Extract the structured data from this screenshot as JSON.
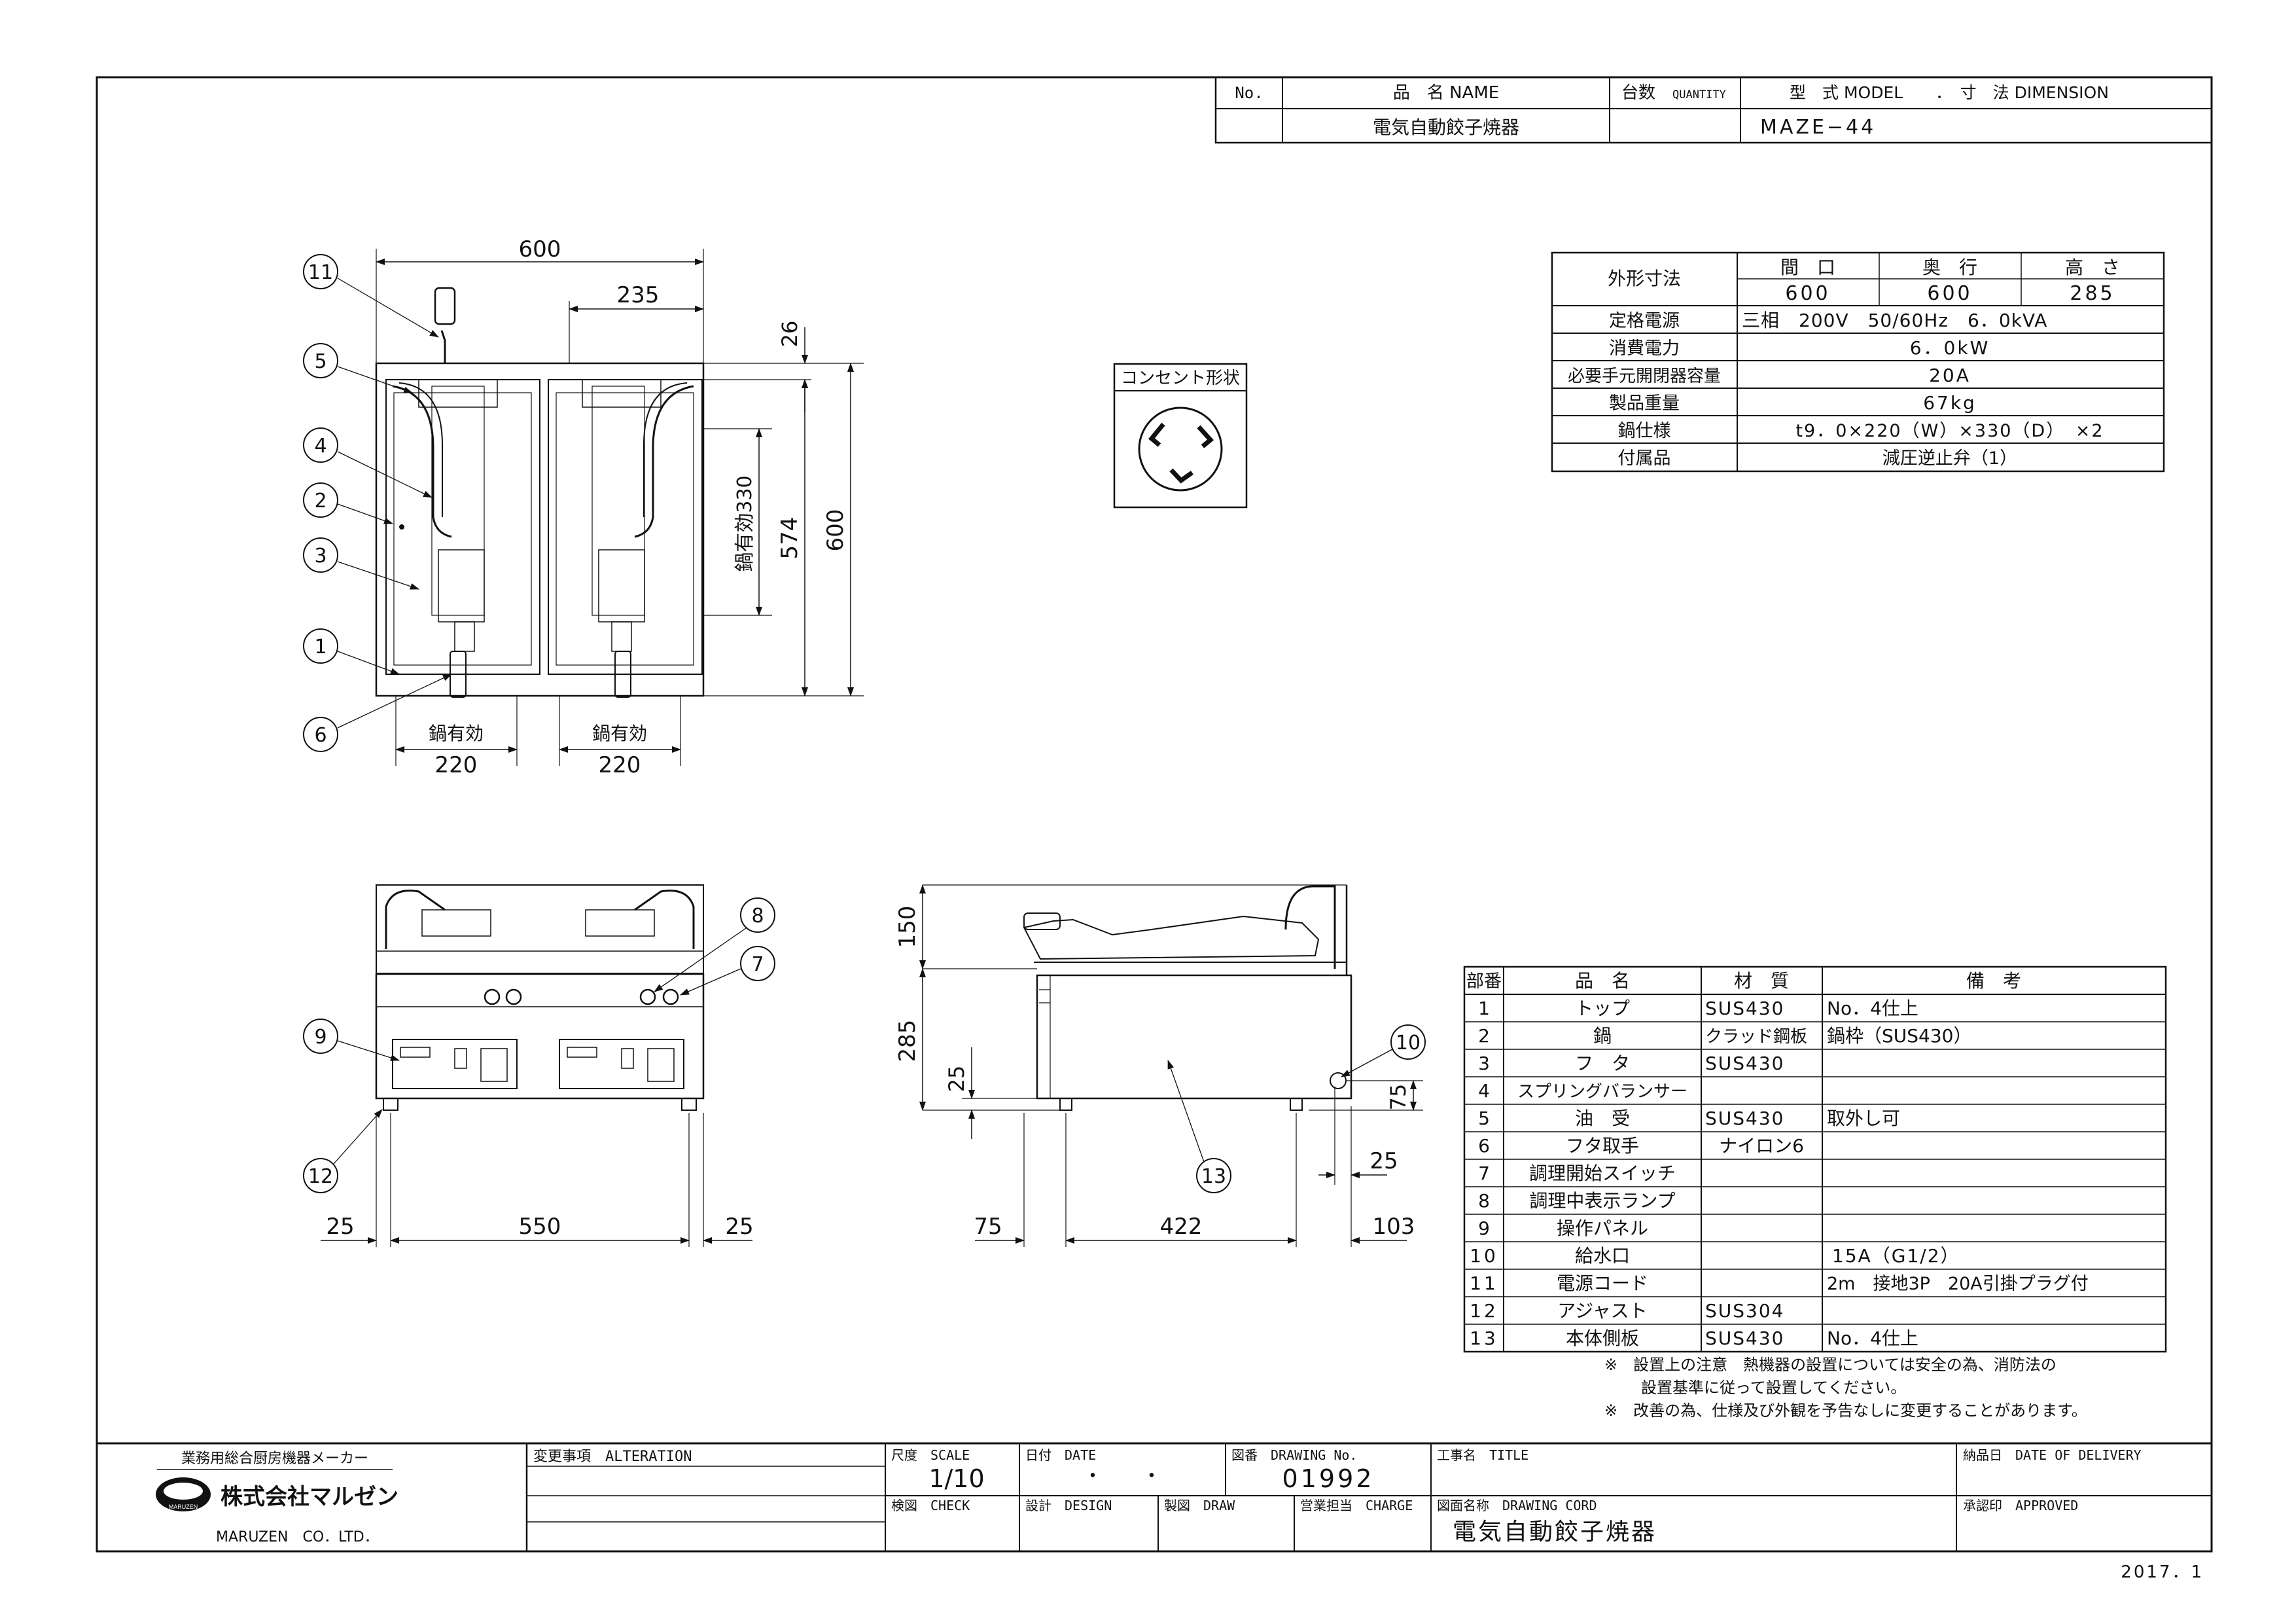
{
  "header_table": {
    "col_no": "No.",
    "col_name": "品　名 NAME",
    "col_qty_jp": "台数",
    "col_qty_en": "QUANTITY",
    "col_model": "型　式 MODEL　　．　寸　法 DIMENSION",
    "name": "電気自動餃子焼器",
    "model": "MAZE−44"
  },
  "spec_table": {
    "outer_dim_label": "外形寸法",
    "dim_headers": [
      "間　口",
      "奥　行",
      "高　さ"
    ],
    "dim_values": [
      "600",
      "600",
      "285"
    ],
    "rows": [
      {
        "label": "定格電源",
        "value": "三相　200V　50/60Hz　6．0kVA"
      },
      {
        "label": "消費電力",
        "value": "6．0kW"
      },
      {
        "label": "必要手元開閉器容量",
        "value": "20A"
      },
      {
        "label": "製品重量",
        "value": "67kg"
      },
      {
        "label": "鍋仕様",
        "value": "t9．0×220（W）×330（D）　×2"
      },
      {
        "label": "付属品",
        "value": "減圧逆止弁（1）"
      }
    ]
  },
  "outlet_label": "コンセント形状",
  "top_view": {
    "dim_600_w": "600",
    "dim_235": "235",
    "dim_26": "26",
    "dim_574": "574",
    "dim_600_d": "600",
    "dim_330": "鍋有効330",
    "pan_label": "鍋有効",
    "dim_220": "220",
    "callouts": [
      "11",
      "5",
      "4",
      "2",
      "3",
      "1",
      "6"
    ]
  },
  "front_view": {
    "dim_25": "25",
    "dim_550": "550",
    "callouts": [
      "8",
      "7",
      "9",
      "12"
    ]
  },
  "side_view": {
    "dim_150": "150",
    "dim_285": "285",
    "dim_25": "25",
    "dim_75": "75",
    "dim_422": "422",
    "dim_103": "103",
    "callouts": [
      "10",
      "13"
    ]
  },
  "parts_table": {
    "headers": [
      "部番",
      "品　名",
      "材　質",
      "備　考"
    ],
    "rows": [
      [
        "1",
        "トップ",
        "SUS430",
        "No．4仕上"
      ],
      [
        "2",
        "鍋",
        "クラッド鋼板",
        "鍋枠（SUS430）"
      ],
      [
        "3",
        "フ　タ",
        "SUS430",
        ""
      ],
      [
        "4",
        "スプリングバランサー",
        "",
        ""
      ],
      [
        "5",
        "油　受",
        "SUS430",
        "取外し可"
      ],
      [
        "6",
        "フタ取手",
        "ナイロン6",
        ""
      ],
      [
        "7",
        "調理開始スイッチ",
        "",
        ""
      ],
      [
        "8",
        "調理中表示ランプ",
        "",
        ""
      ],
      [
        "9",
        "操作パネル",
        "",
        ""
      ],
      [
        "10",
        "給水口",
        "",
        "15A（G1/2）"
      ],
      [
        "11",
        "電源コード",
        "",
        "2m　接地3P　20A引掛プラグ付"
      ],
      [
        "12",
        "アジャスト",
        "SUS304",
        ""
      ],
      [
        "13",
        "本体側板",
        "SUS430",
        "No．4仕上"
      ]
    ],
    "notes": [
      "※　設置上の注意　熱機器の設置については安全の為、消防法の",
      "設置基準に従って設置してください。",
      "※　改善の為、仕様及び外観を予告なしに変更することがあります。"
    ]
  },
  "title_block": {
    "maker_caption": "業務用総合厨房機器メーカー",
    "company_jp": "株式会社マルゼン",
    "company_en": "MARUZEN　CO．LTD．",
    "logo_text": "MARUZEN",
    "alteration": "変更事項　ALTERATION",
    "scale_label": "尺度　SCALE",
    "scale_value": "1/10",
    "date_label": "日付　DATE",
    "date_value": "・　　・",
    "drawing_no_label": "図番　DRAWING No.",
    "drawing_no": "01992",
    "title_label": "工事名　TITLE",
    "delivery_label": "納品日　DATE OF DELIVERY",
    "check_label": "検図　CHECK",
    "design_label": "設計　DESIGN",
    "draw_label": "製図　DRAW",
    "charge_label": "営業担当　CHARGE",
    "drawing_name_label": "図面名称　DRAWING CORD",
    "drawing_name": "電気自動餃子焼器",
    "approved_label": "承認印　APPROVED",
    "issue_date": "2017．1"
  }
}
